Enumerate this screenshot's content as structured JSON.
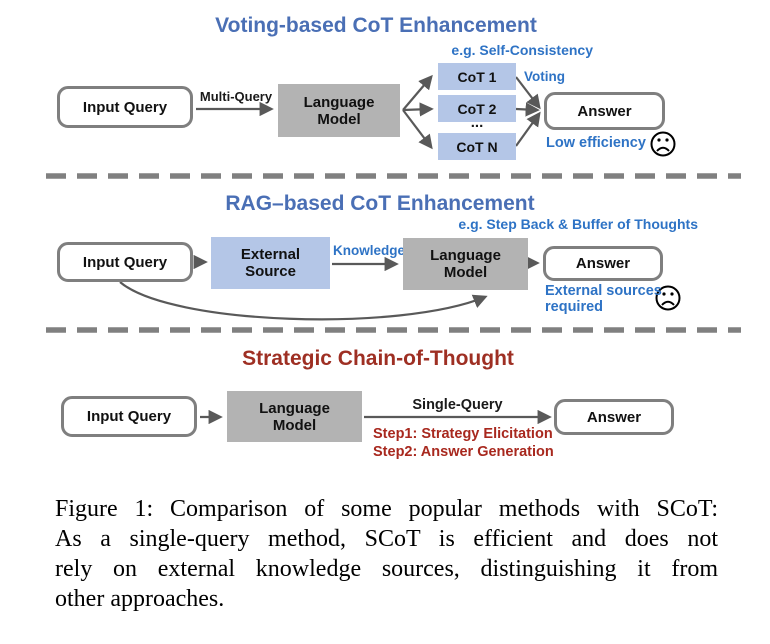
{
  "colors": {
    "panel_title_blue": "#4a6fb5",
    "label_blue": "#2e73c5",
    "panel_title_red": "#9e2f23",
    "step_red": "#a8281e",
    "box_gray_fill": "#b3b3b3",
    "box_blue_fill": "#b4c6e7",
    "box_border_gray": "#7f7f7f",
    "arrow_gray": "#595959",
    "divider_gray": "#808080"
  },
  "panel1": {
    "title": "Voting-based CoT Enhancement",
    "example": "e.g. Self-Consistency",
    "input_query": "Input Query",
    "arrow_label": "Multi-Query",
    "language_model": "Language Model",
    "cot_boxes": [
      "CoT 1",
      "CoT 2",
      "CoT N"
    ],
    "ellipsis": "...",
    "voting_label": "Voting",
    "answer": "Answer",
    "drawback": "Low efficiency"
  },
  "panel2": {
    "title": "RAG–based CoT Enhancement",
    "example": "e.g. Step Back & Buffer of Thoughts",
    "input_query": "Input Query",
    "external_source": "External Source",
    "arrow_label": "Knowledge",
    "language_model": "Language Model",
    "answer": "Answer",
    "drawback_line1": "External sources",
    "drawback_line2": "required"
  },
  "panel3": {
    "title": "Strategic Chain-of-Thought",
    "input_query": "Input Query",
    "language_model": "Language Model",
    "arrow_label": "Single-Query",
    "step1": "Step1: Strategy Elicitation",
    "step2": "Step2: Answer Generation",
    "answer": "Answer"
  },
  "caption": {
    "lines": [
      "Figure 1: Comparison of some popular methods with SCoT:",
      "As a single-query method, SCoT is efficient and does not",
      "rely on external knowledge sources, distinguishing it from",
      "other approaches."
    ]
  }
}
